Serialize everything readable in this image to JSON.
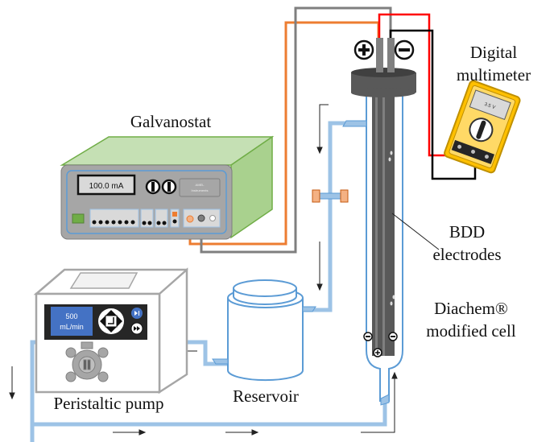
{
  "labels": {
    "galvanostat": "Galvanostat",
    "multimeter_1": "Digital",
    "multimeter_2": "multimeter",
    "bdd_1": "BDD",
    "bdd_2": "electrodes",
    "cell_1": "Diachem®",
    "cell_2": "modified cell",
    "pump": "Peristaltic pump",
    "reservoir": "Reservoir"
  },
  "galvanostat": {
    "display": "100.0 mA",
    "brand_1": "AMEL",
    "brand_2": "Instruments"
  },
  "multimeter": {
    "display": "3.5 V"
  },
  "pump": {
    "display_1": "500",
    "display_2": "mL/min"
  },
  "colors": {
    "tubing": "#9dc3e6",
    "glass": "#5b9bd5",
    "positive_wire": "#ff0000",
    "negative_wire": "#000000",
    "orange_wire": "#ed7d31",
    "gray_wire": "#7f7f7f",
    "galvanostat_body": "#c5e0b4"
  }
}
